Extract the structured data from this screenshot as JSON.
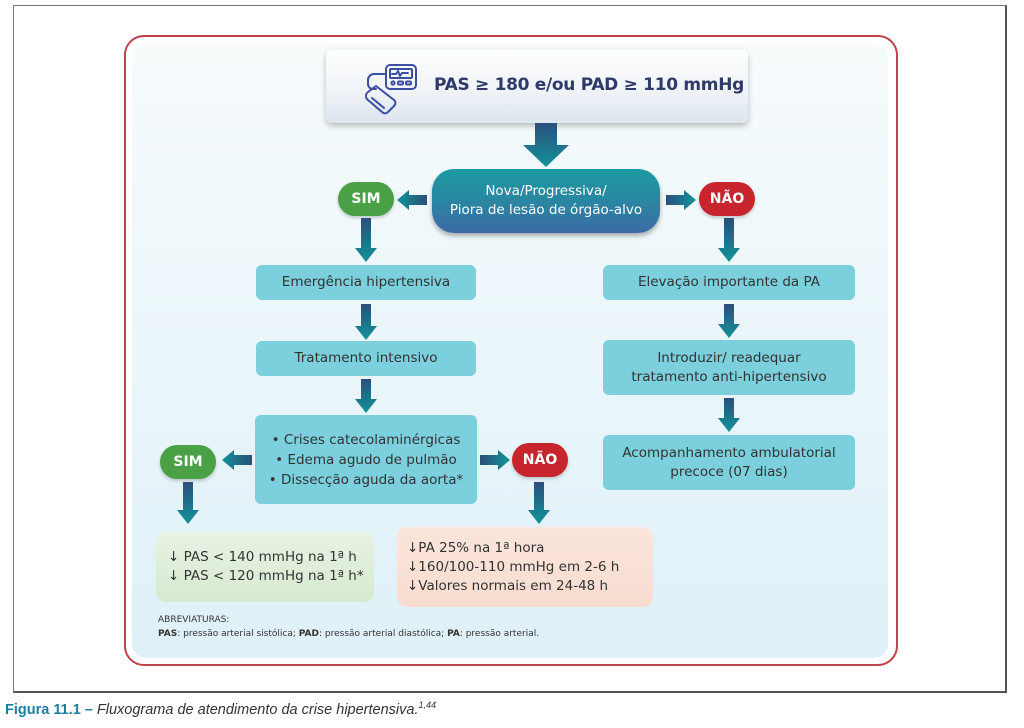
{
  "figure": {
    "top_condition": "PAS ≥ 180 e/ou PAD ≥ 110 mmHg",
    "top_icon": "blood-pressure-monitor-icon",
    "decision": [
      "Nova/Progressiva/",
      "Piora de lesão de órgão-alvo"
    ],
    "yes_label": "SIM",
    "no_label": "NÃO",
    "left_branch": {
      "step1": "Emergência hipertensiva",
      "step2": "Tratamento intensivo",
      "conditions": [
        "• Crises catecolaminérgicas",
        "• Edema agudo de pulmão",
        "• Dissecção aguda da aorta*"
      ],
      "yes_label": "SIM",
      "no_label": "NÃO",
      "yes_result": [
        "↓ PAS < 140 mmHg na 1ª h",
        "↓ PAS < 120 mmHg na 1ª h*"
      ],
      "no_result": [
        "↓PA 25%  na 1ª hora",
        "↓160/100-110 mmHg em 2-6 h",
        "↓Valores normais em 24-48 h"
      ]
    },
    "right_branch": {
      "step1": "Elevação importante da PA",
      "step2": [
        "Introduzir/ readequar",
        "tratamento anti-hipertensivo"
      ],
      "step3": [
        "Acompanhamento ambulatorial",
        "precoce (07 dias)"
      ]
    },
    "abbreviations": {
      "title": "ABREVIATURAS:",
      "items": [
        {
          "term": "PAS",
          "def": ": pressão arterial sistólica; "
        },
        {
          "term": "PAD",
          "def": ": pressão arterial diastólica; "
        },
        {
          "term": "PA",
          "def": ": pressão arterial."
        }
      ]
    },
    "colors": {
      "yes": "#4aa044",
      "no": "#c8242e",
      "box": "#7ccfdc",
      "border": "#c0424c",
      "caption": "#1a7fa3"
    }
  },
  "caption": {
    "label": "Figura 11.1 –",
    "text": " Fluxograma de atendimento da crise hipertensiva.",
    "refs": "1,44"
  }
}
